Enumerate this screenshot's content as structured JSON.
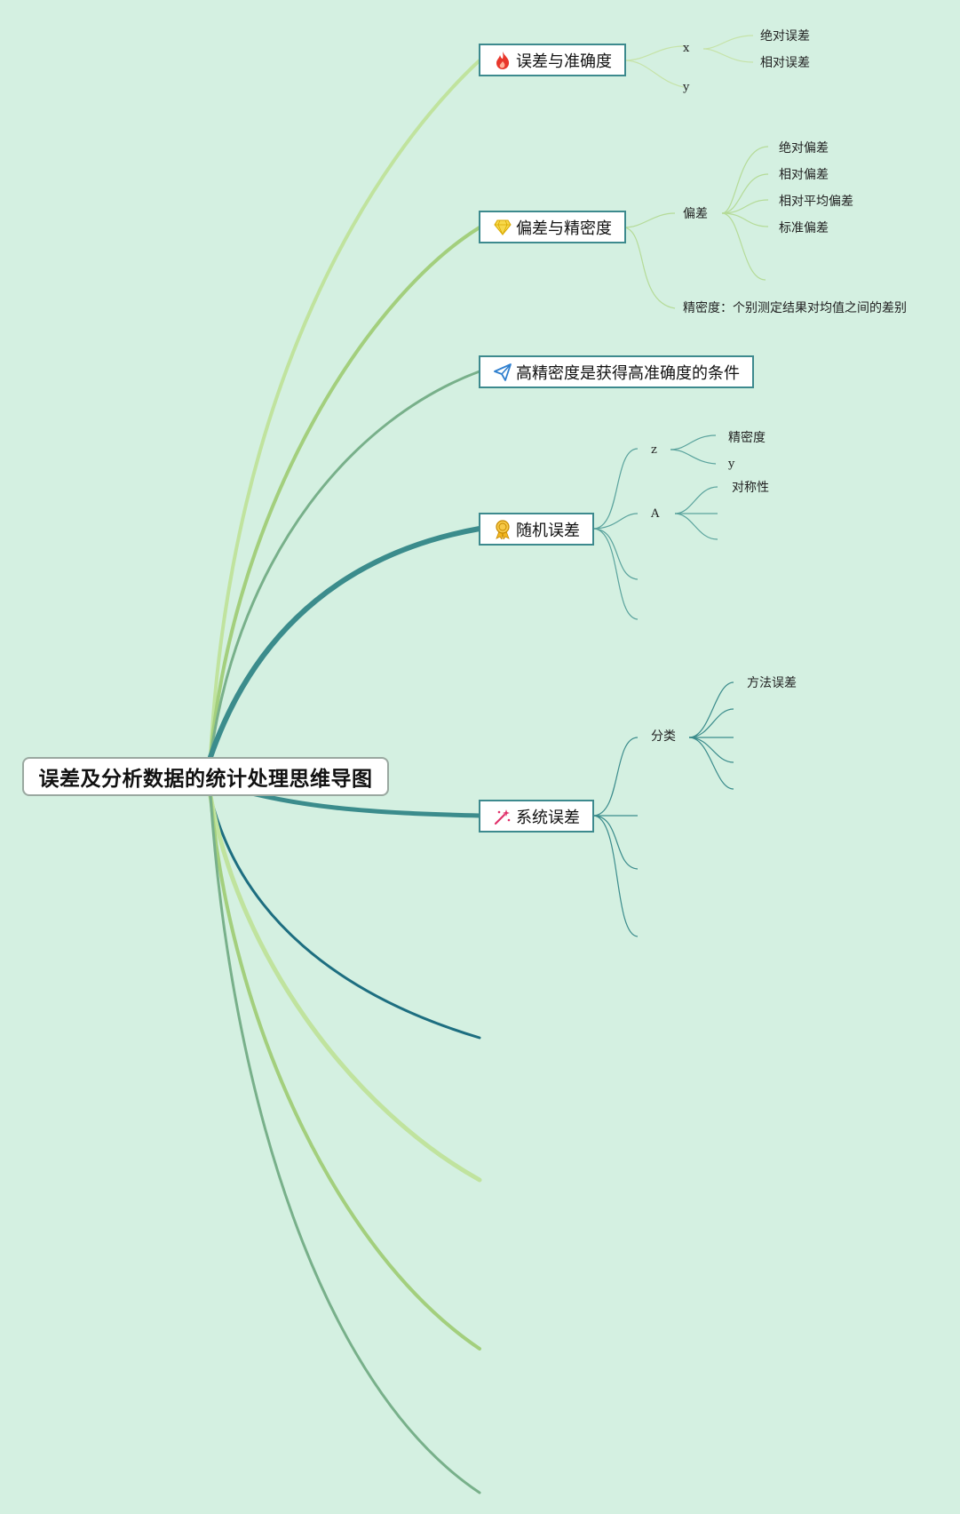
{
  "root": {
    "title": "误差及分析数据的统计处理思维导图"
  },
  "topics": [
    {
      "label": "误差与准确度",
      "icon": "fire-icon"
    },
    {
      "label": "偏差与精密度",
      "icon": "diamond-icon"
    },
    {
      "label": "高精密度是获得高准确度的条件",
      "icon": "paper-plane-icon"
    },
    {
      "label": "随机误差",
      "icon": "medal-icon"
    },
    {
      "label": "系统误差",
      "icon": "magic-wand-icon"
    }
  ],
  "subtopics": {
    "accuracy": {
      "x": "x",
      "y": "y",
      "x_children": [
        "绝对误差",
        "相对误差"
      ]
    },
    "precision": {
      "deviation": "偏差",
      "deviation_children": [
        "绝对偏差",
        "相对偏差",
        "相对平均偏差",
        "标准偏差"
      ],
      "definition": "精密度：个别测定结果对均值之间的差别"
    },
    "random_error": {
      "z": "z",
      "A": "A",
      "z_children": [
        "精密度",
        "y"
      ],
      "A_children": [
        "对称性"
      ]
    },
    "systematic_error": {
      "classification": "分类",
      "classification_children": [
        "方法误差"
      ]
    }
  },
  "colors": {
    "background": "#d4f0e1",
    "light_green": "#b8e09a",
    "mid_green": "#9cc97c",
    "sage": "#76b38a",
    "teal": "#3b8c8c",
    "dark_teal": "#1d6e80"
  }
}
